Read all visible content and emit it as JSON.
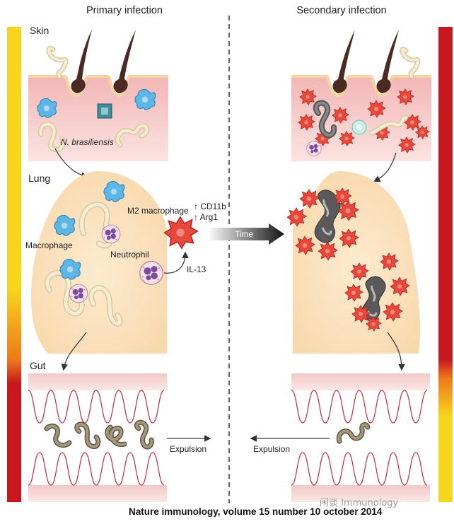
{
  "headers": {
    "left": "Primary infection",
    "right": "Secondary infection"
  },
  "labels": {
    "skin": "Skin",
    "lung": "Lung",
    "gut": "Gut",
    "parasite": "N. brasiliensis",
    "macrophage": "Macrophage",
    "neutrophil": "Neutrophil",
    "m2_macrophage": "M2 macrophage",
    "cd11b": "↑ CD11b",
    "arg1": "↑ Arg1",
    "il13": "IL-13",
    "time": "Time",
    "expulsion_left": "Expulsion",
    "expulsion_right": "Expulsion"
  },
  "footer": {
    "citation": "Nature immunology,  volume 15 number 10 october 2014",
    "watermark": "闲谈 Immunology"
  },
  "colors": {
    "bar_yellow": "#f7d51d",
    "bar_red": "#c8171e",
    "macrophage_blue": "#5db6e6",
    "m2_red": "#e8483b",
    "skin_pink": "#f4c2c0",
    "lung_cream": "#fbe6c4",
    "worm_beige": "#f5ecd2",
    "gut_worm": "#8f826a"
  }
}
